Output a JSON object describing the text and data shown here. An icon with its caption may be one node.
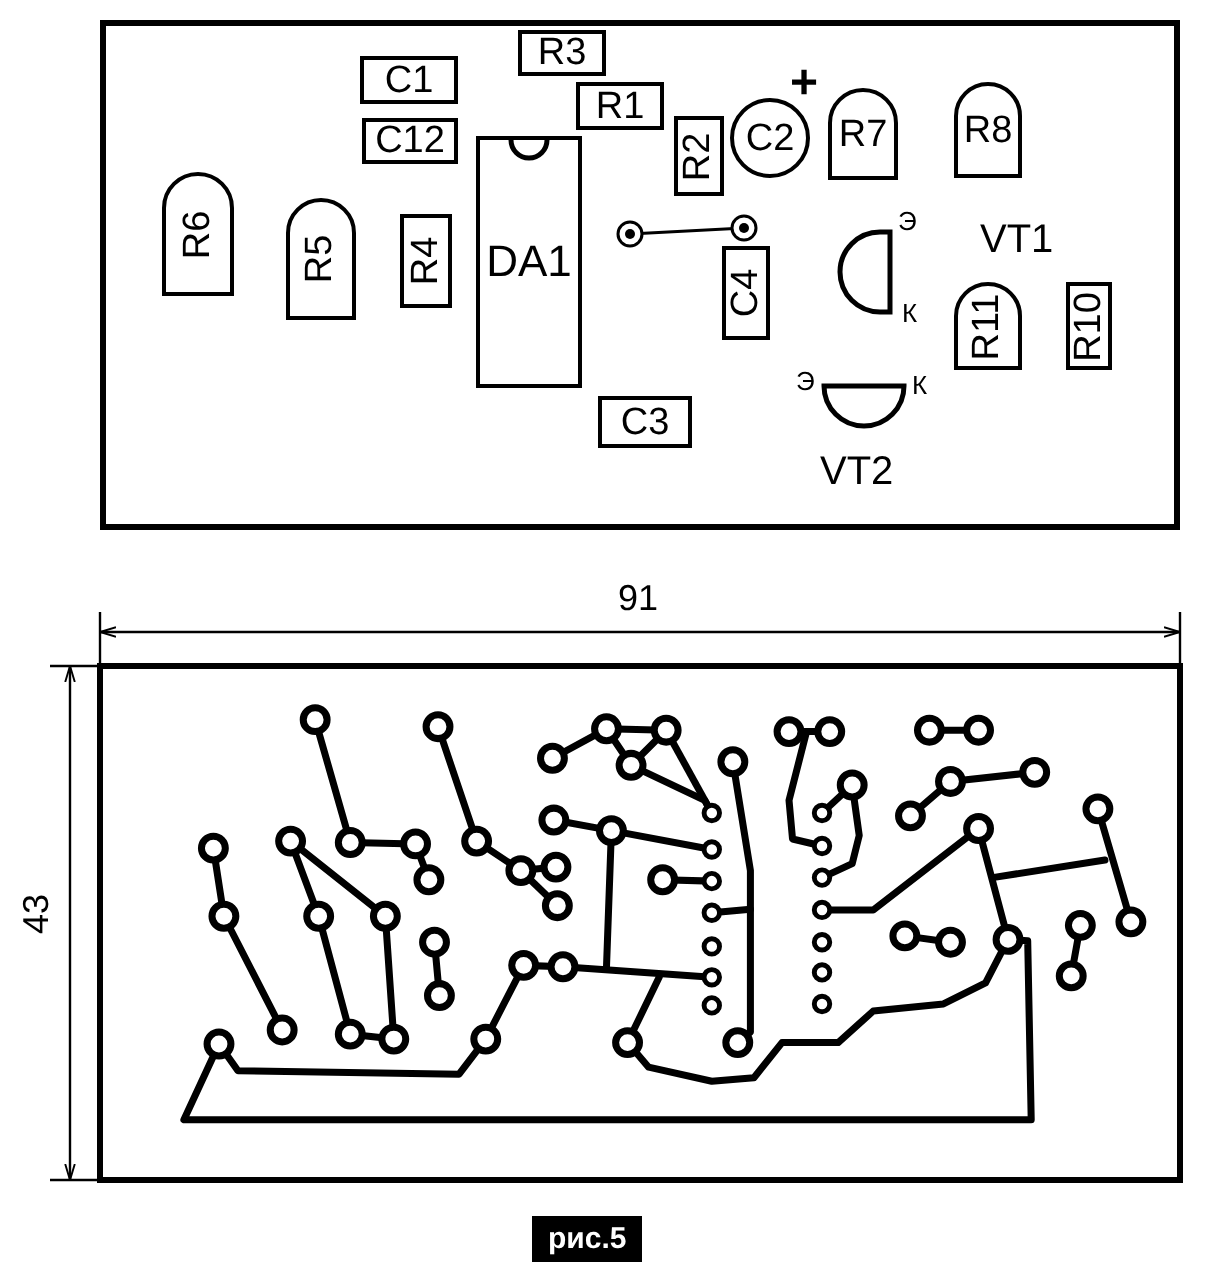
{
  "diagram": {
    "caption": "рис.5",
    "nodes": [
      {
        "text": [],
        "shape": "box"
      },
      {
        "text": [
          "R3"
        ],
        "in": 0
      },
      {
        "text": [
          "C1"
        ],
        "in": 0
      },
      {
        "text": [
          "R1"
        ],
        "in": 0
      },
      {
        "text": [
          "C2"
        ],
        "in": 0
      },
      {
        "text": [
          "R7"
        ],
        "in": 0
      },
      {
        "text": [
          "R8"
        ],
        "in": 0
      },
      {
        "text": [
          "C12"
        ],
        "in": 0
      },
      {
        "text": [
          "R2"
        ],
        "in": 0
      },
      {
        "text": [
          "DA1"
        ],
        "in": 0
      },
      {
        "text": [
          "R6"
        ],
        "in": 0
      },
      {
        "text": [
          "R5"
        ],
        "in": 0
      },
      {
        "text": [
          "R4"
        ],
        "in": 0
      },
      {
        "text": [
          "C4"
        ],
        "in": 0
      },
      {
        "text": [
          "R11"
        ],
        "in": 0
      },
      {
        "text": [
          "R10"
        ],
        "in": 0
      },
      {
        "text": [
          "C3"
        ],
        "in": 0
      }
    ],
    "labels": [
      "+",
      "Э",
      "К",
      "VT1",
      "Э",
      "К",
      "VT2",
      "91",
      "43"
    ]
  }
}
